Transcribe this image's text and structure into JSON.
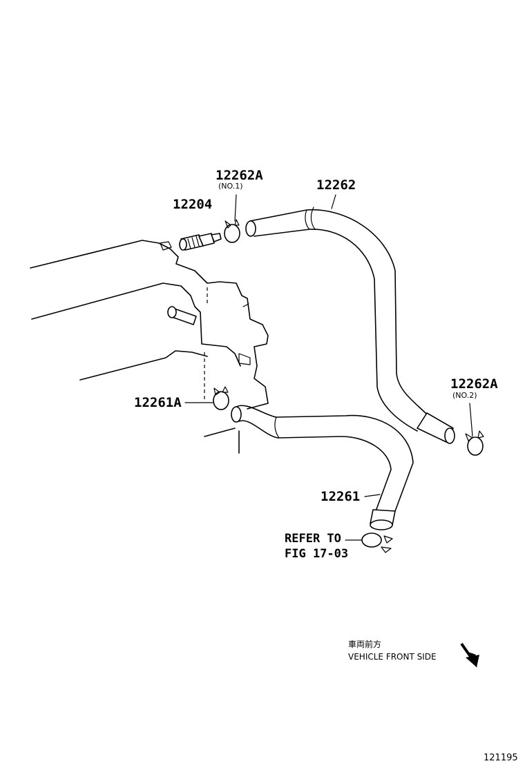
{
  "callouts": {
    "p1": "12262A",
    "p1_note": "(NO.1)",
    "p2": "12262",
    "p3": "12204",
    "p4": "12262A",
    "p4_note": "(NO.2)",
    "p5": "12261A",
    "p6": "12261",
    "refer_line1": "REFER TO",
    "refer_line2": "FIG 17-03"
  },
  "direction": {
    "jp": "車両前方",
    "en": "VEHICLE FRONT SIDE",
    "icon": "arrow-down-right-icon"
  },
  "figure_number": "121195"
}
